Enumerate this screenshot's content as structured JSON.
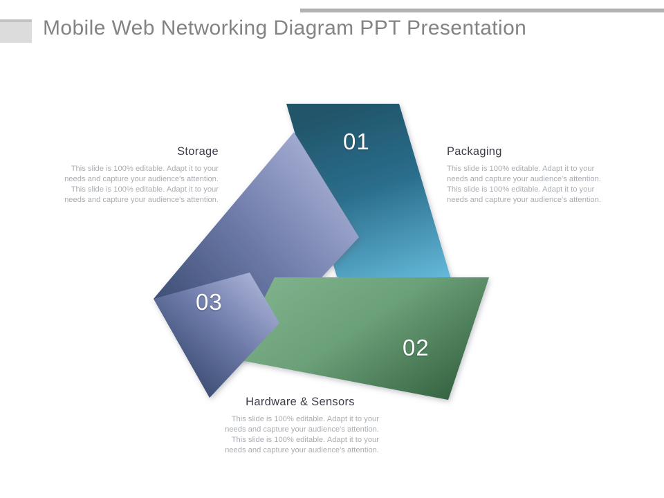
{
  "header": {
    "title": "Mobile Web Networking Diagram PPT Presentation",
    "accent_bar_color": "#b2b2b2",
    "square_color": "#dcdcdc",
    "title_color": "#838383"
  },
  "diagram": {
    "type": "interlocking-triangle-loop",
    "shapes": [
      {
        "id": "shape-01",
        "number": "01",
        "label": "Packaging",
        "gradient_from": "#245a72",
        "gradient_to": "#68c0e2",
        "orientation": "top-right"
      },
      {
        "id": "shape-02",
        "number": "02",
        "label": "Hardware & Sensors",
        "gradient_from": "#7bae8a",
        "gradient_to": "#35623f",
        "orientation": "bottom"
      },
      {
        "id": "shape-03",
        "number": "03",
        "label": "Storage",
        "gradient_from": "#aab2d6",
        "gradient_to": "#2f4166",
        "orientation": "left"
      }
    ]
  },
  "blocks": {
    "storage": {
      "title": "Storage",
      "body": "This slide is 100% editable. Adapt it to your needs and capture your audience's attention. This slide is 100% editable. Adapt it to your needs and capture your audience's attention."
    },
    "packaging": {
      "title": "Packaging",
      "body": "This slide is 100% editable. Adapt it to your needs and capture your audience's attention. This slide is 100% editable. Adapt it to your needs and capture your audience's attention."
    },
    "hardware": {
      "title": "Hardware & Sensors",
      "body": "This slide is 100% editable. Adapt it to your needs and capture your audience's attention. This slide is 100% editable. Adapt it to your needs and capture your audience's attention."
    }
  },
  "numbers": {
    "one": "01",
    "two": "02",
    "three": "03"
  }
}
